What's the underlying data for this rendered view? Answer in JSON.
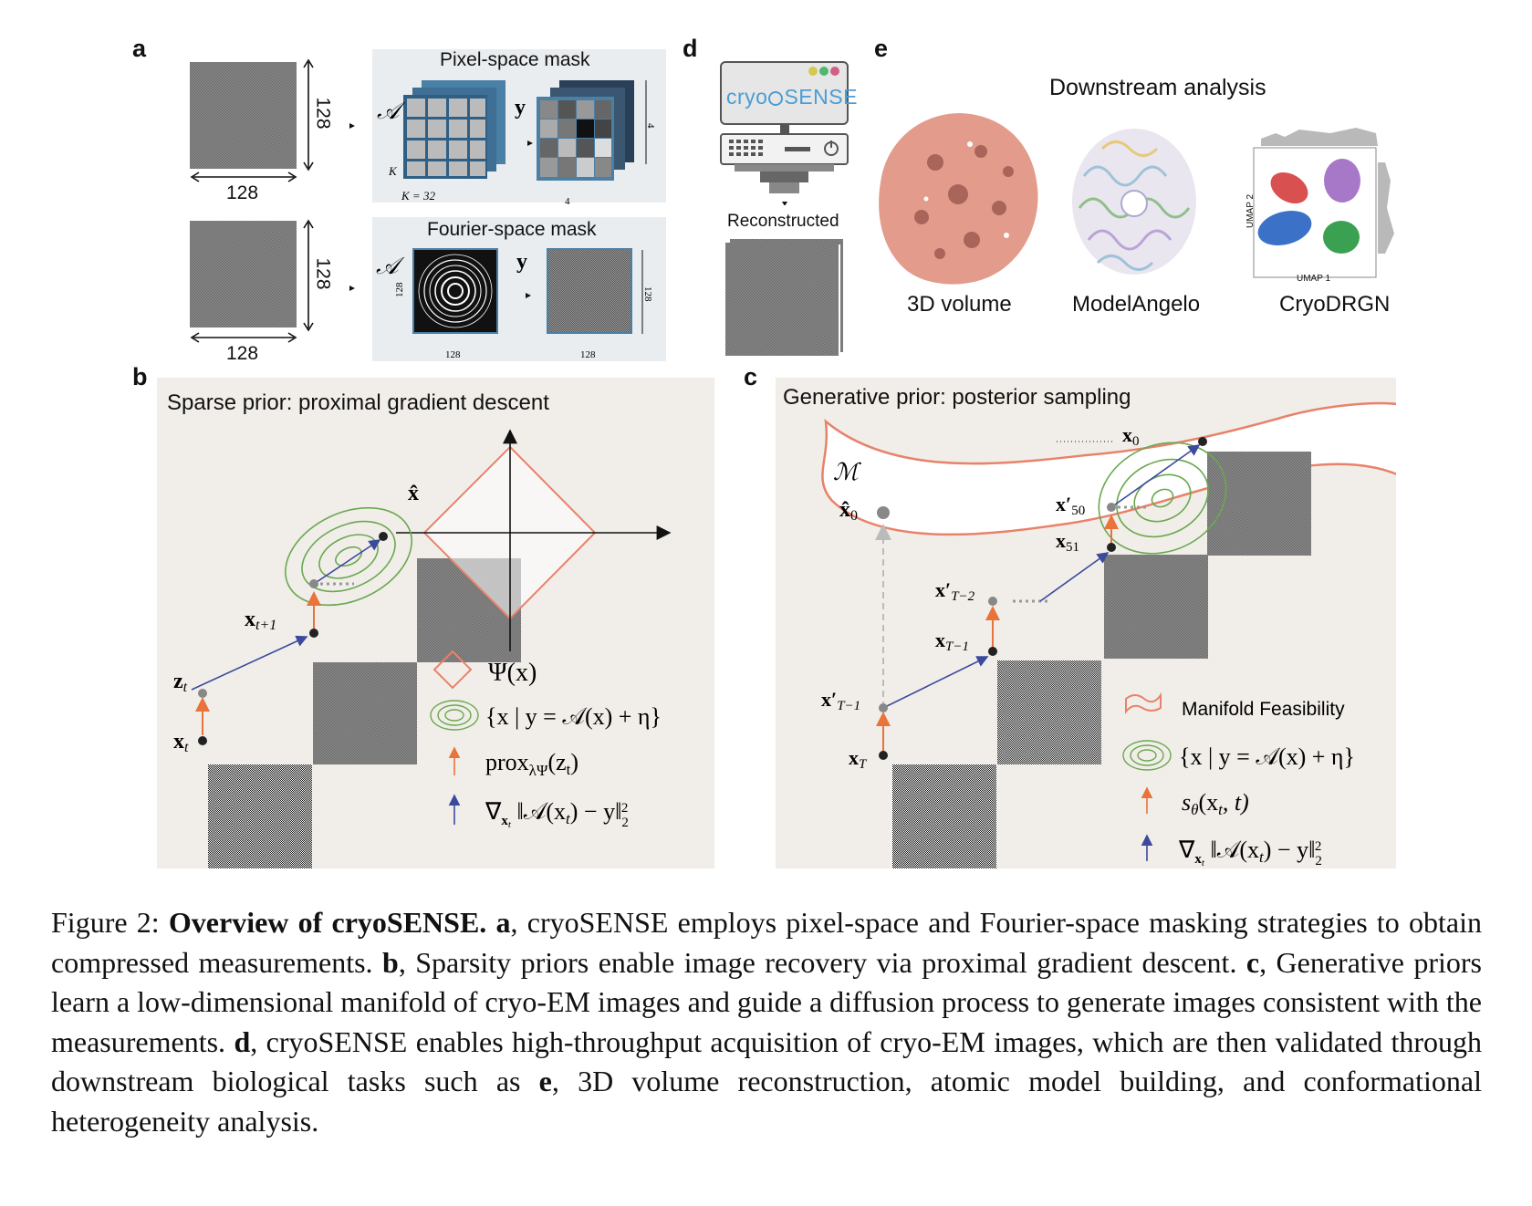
{
  "panel_labels": {
    "a": "a",
    "b": "b",
    "c": "c",
    "d": "d",
    "e": "e"
  },
  "panel_a": {
    "pixel_title": "Pixel-space mask",
    "fourier_title": "Fourier-space mask",
    "dim_128": "128",
    "A_symbol": "𝒜",
    "y_symbol": "y",
    "K_label": "K",
    "K_eq": "K = 32",
    "dim_4": "4"
  },
  "panel_d": {
    "app_name_left": "cryo",
    "app_name_right": "SENSE",
    "reconstructed": "Reconstructed",
    "dot_colors": [
      "#d4c94e",
      "#4fb86e",
      "#d35f86"
    ],
    "accent": "#4a9dd4"
  },
  "panel_e": {
    "title": "Downstream analysis",
    "labels": [
      "3D volume",
      "ModelAngelo",
      "CryoDRGN"
    ],
    "umap_x": "UMAP 1",
    "umap_y": "UMAP 2",
    "cluster_colors": [
      "#d95050",
      "#a878c8",
      "#3b72c8",
      "#3aa052"
    ]
  },
  "panel_b": {
    "title": "Sparse prior: proximal gradient descent",
    "points": {
      "xhat": "x̂",
      "xt1": "x",
      "xt1_sub": "t+1",
      "zt": "z",
      "zt_sub": "t",
      "xt": "x",
      "xt_sub": "t"
    },
    "legend": [
      "Ψ(x)",
      "{x | y = 𝒜(x) + η}",
      "prox",
      "λΨ",
      "(z",
      "t",
      ")",
      "∇",
      "x",
      "t",
      " ‖𝒜(x",
      "t",
      ") − y‖",
      "2",
      "2"
    ]
  },
  "panel_c": {
    "title": "Generative prior: posterior sampling",
    "manifold": "ℳ",
    "points": [
      "x̂",
      "0",
      "x",
      "0",
      "x′",
      "50",
      "x",
      "51",
      "x′",
      "T−2",
      "x",
      "T−1",
      "x′",
      "T−1",
      "x",
      "T"
    ],
    "legend_manifold": "Manifold Feasibility",
    "legend_set": "{x | y = 𝒜(x) + η}",
    "legend_score": "s",
    "legend_score_sub": "θ",
    "legend_score_args": "(x",
    "legend_score_args2": "t",
    "legend_score_args3": ", t)"
  },
  "colors": {
    "orange": "#e8826a",
    "green": "#6aa84f",
    "blue": "#3b4a9c",
    "arrow_orange": "#e8743b",
    "panel_bg": "#f1eee9"
  },
  "caption": {
    "prefix": "Figure 2: ",
    "title": "Overview of cryoSENSE.",
    "a": "a",
    "a_text": ", cryoSENSE employs pixel-space and Fourier-space masking strategies to obtain compressed measurements. ",
    "b": "b",
    "b_text": ", Sparsity priors enable image recovery via proximal gradient descent. ",
    "c": "c",
    "c_text": ", Generative priors learn a low-dimensional manifold of cryo-EM images and guide a diffusion process to generate images consistent with the measurements. ",
    "d": "d",
    "d_text": ", cryoSENSE enables high-throughput acquisition of cryo-EM images, which are then validated through downstream biological tasks such as ",
    "e": "e",
    "e_text": ", 3D volume reconstruction, atomic model building, and conformational heterogeneity analysis."
  }
}
